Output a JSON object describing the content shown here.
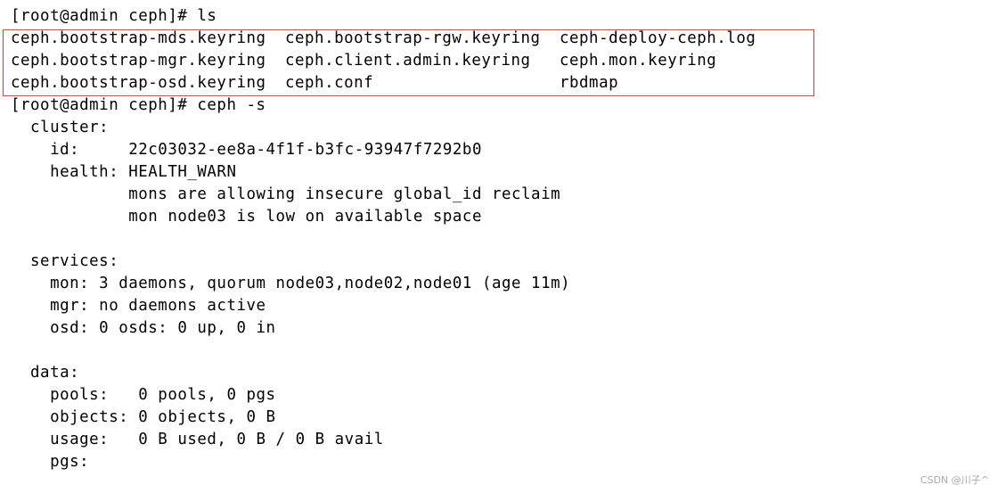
{
  "terminal": {
    "prompt_ls": "[root@admin ceph]# ls",
    "ls_files": [
      [
        "ceph.bootstrap-mds.keyring",
        "ceph.bootstrap-rgw.keyring",
        "ceph-deploy-ceph.log"
      ],
      [
        "ceph.bootstrap-mgr.keyring",
        "ceph.client.admin.keyring",
        "ceph.mon.keyring"
      ],
      [
        "ceph.bootstrap-osd.keyring",
        "ceph.conf",
        "rbdmap"
      ]
    ],
    "prompt_status": "[root@admin ceph]# ceph -s",
    "cluster_header": "  cluster:",
    "cluster_id": "    id:     22c03032-ee8a-4f1f-b3fc-93947f7292b0",
    "cluster_health": "    health: HEALTH_WARN",
    "health_detail_1": "            mons are allowing insecure global_id reclaim",
    "health_detail_2": "            mon node03 is low on available space",
    "services_header": "  services:",
    "services_mon": "    mon: 3 daemons, quorum node03,node02,node01 (age 11m)",
    "services_mgr": "    mgr: no daemons active",
    "services_osd": "    osd: 0 osds: 0 up, 0 in",
    "data_header": "  data:",
    "data_pools": "    pools:   0 pools, 0 pgs",
    "data_objects": "    objects: 0 objects, 0 B",
    "data_usage": "    usage:   0 B used, 0 B / 0 B avail",
    "data_pgs": "    pgs:"
  },
  "watermark": "CSDN @川子^",
  "colors": {
    "background": "#ffffff",
    "text": "#000000",
    "highlight_border": "#e03c3c",
    "watermark": "#aaaaaa"
  }
}
